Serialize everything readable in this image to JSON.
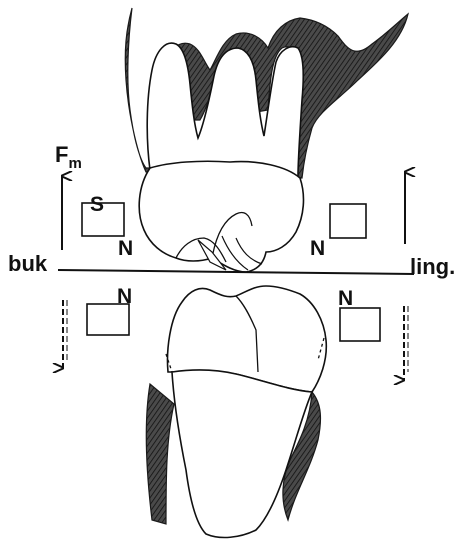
{
  "labels": {
    "force_symbol": "F",
    "force_subscript": "m",
    "buccal": "buk",
    "lingual": "ling.",
    "pole_south": "S",
    "pole_north": "N"
  },
  "colors": {
    "ink": "#111111",
    "tissue": "#3a3a3a",
    "background": "#ffffff"
  }
}
